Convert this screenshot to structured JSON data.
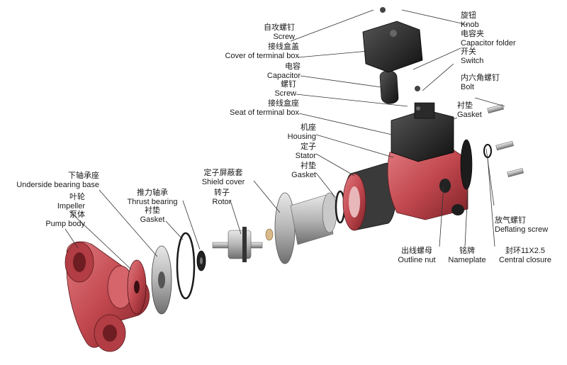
{
  "colors": {
    "accent_red": "#c2484f",
    "dark_part": "#2b2b2b",
    "metal": "#b9b9b9",
    "leader": "#333333"
  },
  "labels": {
    "screw_top": {
      "zh": "自攻螺钉",
      "en": "Screw"
    },
    "cover_box": {
      "zh": "接线盒盖",
      "en": "Cover of terminal box"
    },
    "capacitor": {
      "zh": "电容",
      "en": "Capacitor"
    },
    "screw_mid": {
      "zh": "螺钉",
      "en": "Screw"
    },
    "seat_box": {
      "zh": "接线盒座",
      "en": "Seat of terminal box"
    },
    "housing": {
      "zh": "机座",
      "en": "Housing"
    },
    "stator": {
      "zh": "定子",
      "en": "Stator"
    },
    "gasket_left": {
      "zh": "衬垫",
      "en": "Gasket"
    },
    "shield_cover": {
      "zh": "定子屏蔽套",
      "en": "Shield cover"
    },
    "rotor": {
      "zh": "转子",
      "en": "Rotor"
    },
    "thrust_bearing": {
      "zh": "推力轴承",
      "en": "Thrust bearing"
    },
    "gasket_mid": {
      "zh": "衬垫",
      "en": "Gasket"
    },
    "under_bearing": {
      "zh": "下轴承座",
      "en": "Underside bearing base"
    },
    "impeller": {
      "zh": "叶轮",
      "en": "Impeller"
    },
    "pump_body": {
      "zh": "泵体",
      "en": "Pump body"
    },
    "knob": {
      "zh": "旋钮",
      "en": "Knob"
    },
    "cap_folder": {
      "zh": "电容夹",
      "en": "Capacitor folder"
    },
    "switch": {
      "zh": "开关",
      "en": "Switch"
    },
    "bolt": {
      "zh": "内六角螺钉",
      "en": "Bolt"
    },
    "gasket_right": {
      "zh": "衬垫",
      "en": "Gasket"
    },
    "deflating": {
      "zh": "放气螺钉",
      "en": "Deflating screw"
    },
    "outline_nut": {
      "zh": "出线螺母",
      "en": "Outline nut"
    },
    "nameplate": {
      "zh": "铭牌",
      "en": "Nameplate"
    },
    "central": {
      "zh": "封环11X2.5",
      "en": "Central closure"
    }
  }
}
